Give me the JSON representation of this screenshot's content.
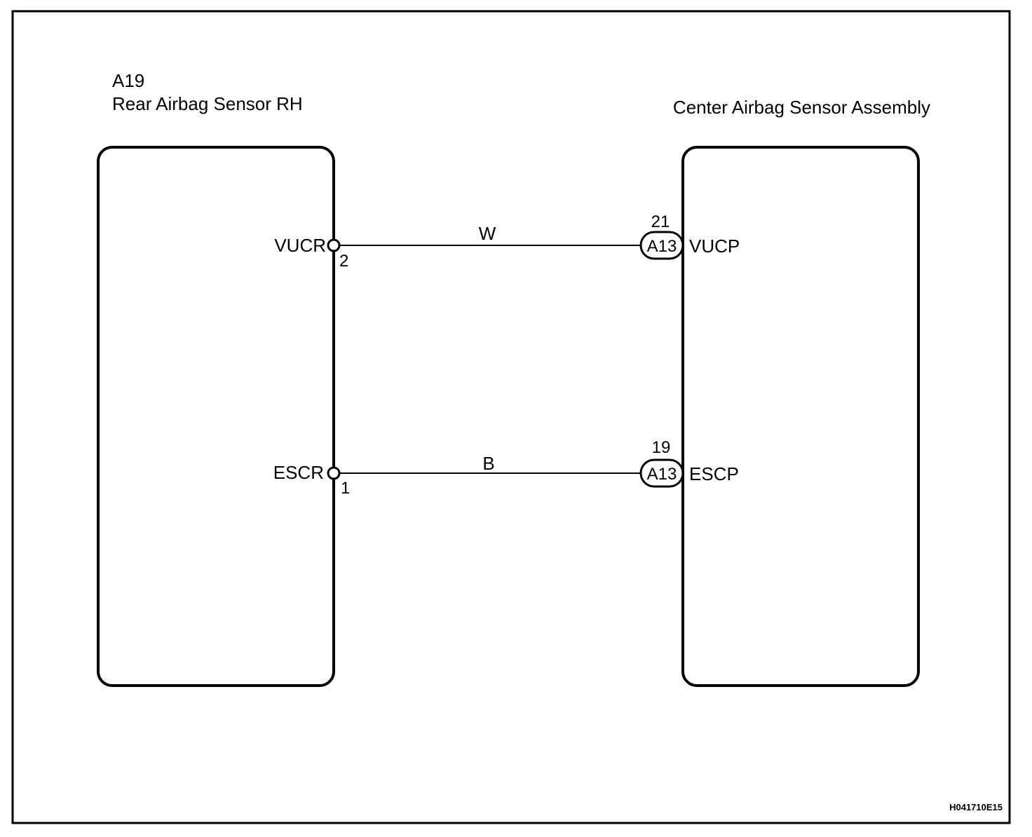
{
  "left_component": {
    "code": "A19",
    "name": "Rear Airbag Sensor RH",
    "pins": [
      {
        "signal": "VUCR",
        "pin_no": "2"
      },
      {
        "signal": "ESCR",
        "pin_no": "1"
      }
    ]
  },
  "right_component": {
    "name": "Center Airbag Sensor Assembly",
    "pins": [
      {
        "signal": "VUCP",
        "connector": "A13",
        "pin_no": "21"
      },
      {
        "signal": "ESCP",
        "connector": "A13",
        "pin_no": "19"
      }
    ]
  },
  "wires": [
    {
      "color_code": "W"
    },
    {
      "color_code": "B"
    }
  ],
  "figure_code": "H041710E15",
  "colors": {
    "line": "#000000",
    "background": "#ffffff"
  }
}
